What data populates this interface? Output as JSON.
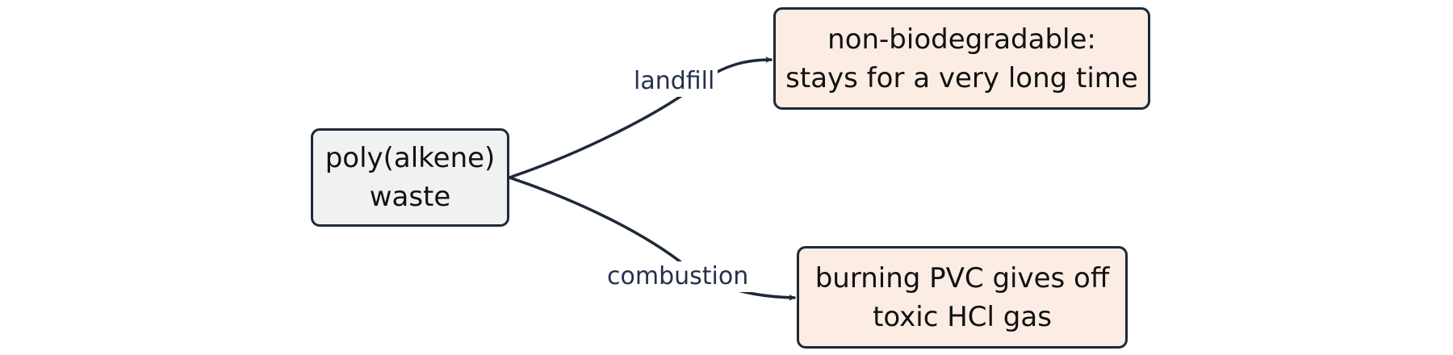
{
  "diagram": {
    "source": {
      "lines": [
        "poly(alkene)",
        "waste"
      ]
    },
    "outcomes": [
      {
        "edge_label": "landfill",
        "lines": [
          "non-biodegradable:",
          "stays for a very long time"
        ]
      },
      {
        "edge_label": "combustion",
        "lines": [
          "burning PVC gives off",
          "toxic HCl gas"
        ]
      }
    ],
    "colors": {
      "stroke": "#1f2937",
      "source_fill": "#f0f2f1",
      "outcome_fill": "#fbede3",
      "label_text": "#25304a"
    }
  }
}
